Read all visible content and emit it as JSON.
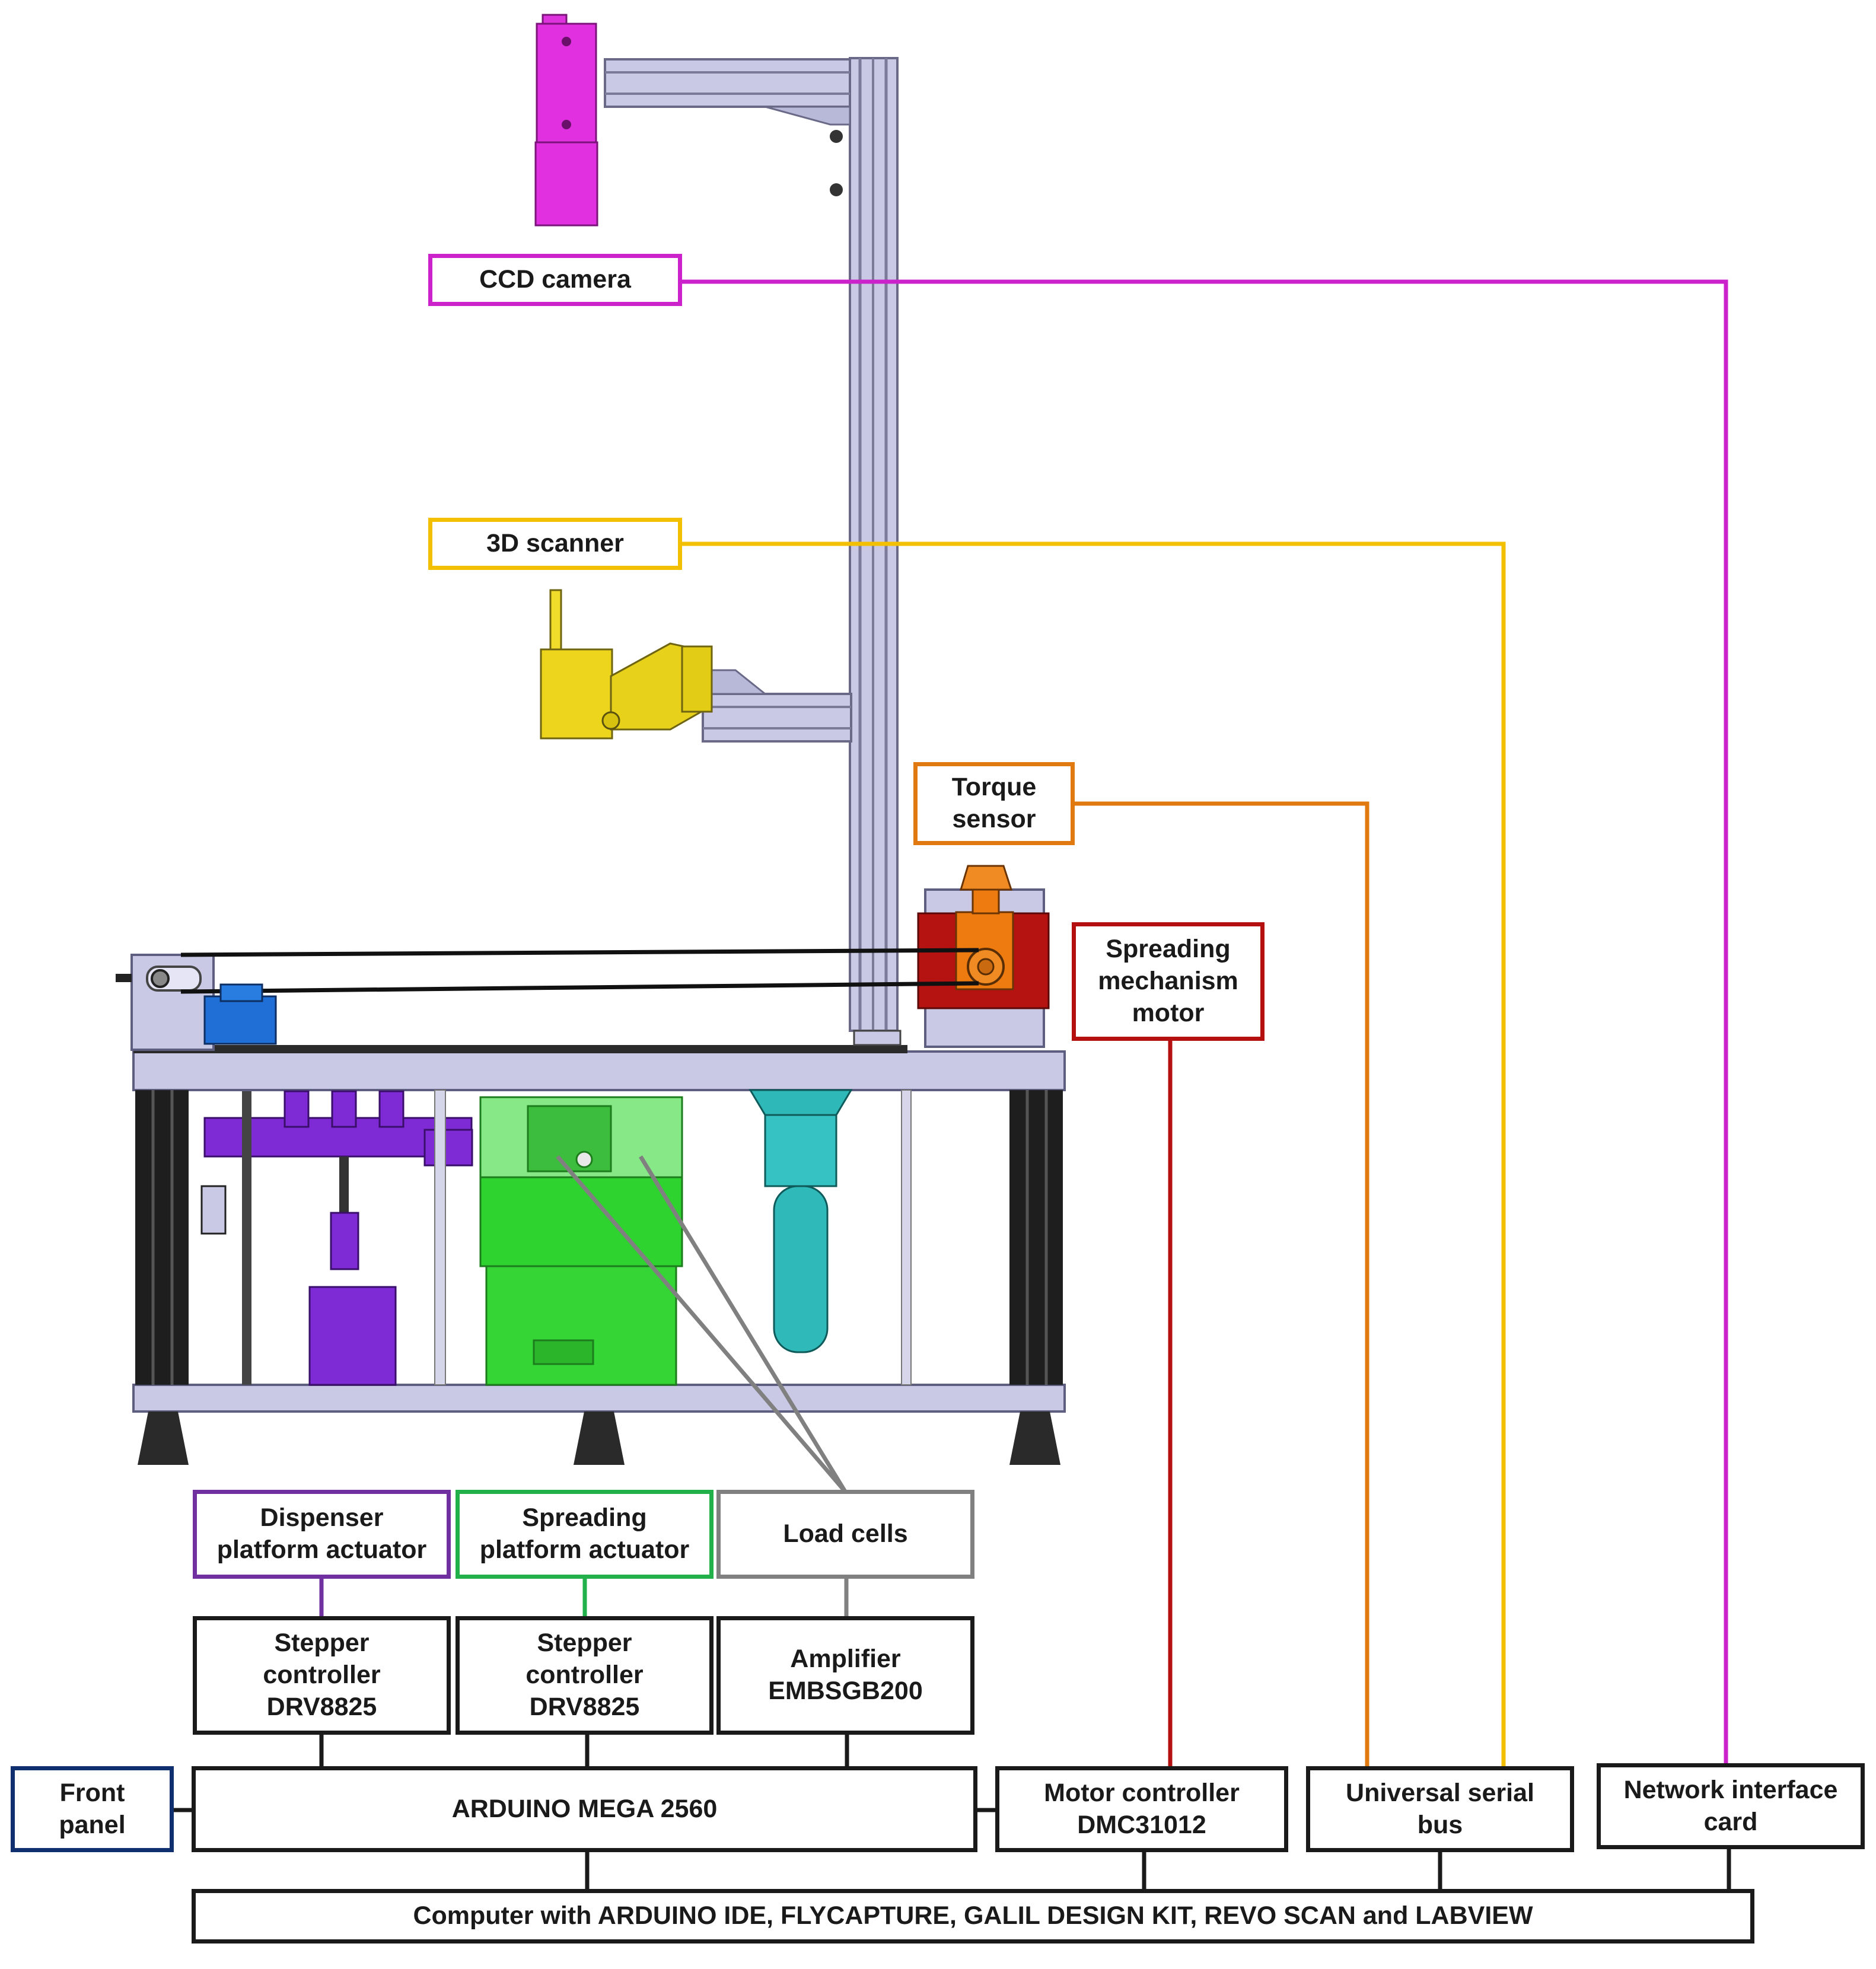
{
  "colors": {
    "camera": "#cc22cc",
    "scanner": "#f2c000",
    "torque": "#e07a10",
    "motor": "#b51010",
    "dispenser": "#7030a0",
    "spreading": "#22b04a",
    "loadcells": "#808080",
    "hardware": "#1a1a1a",
    "front_panel": "#0f2f6e",
    "frame": "#c9c9e6"
  },
  "labels": {
    "ccd_camera": "CCD camera",
    "scanner_3d": "3D scanner",
    "torque_sensor": "Torque\nsensor",
    "spreading_motor": "Spreading\nmechanism\nmotor",
    "dispenser_actuator": "Dispenser\nplatform actuator",
    "spreading_actuator": "Spreading\nplatform actuator",
    "load_cells": "Load cells",
    "stepper_controller_1": "Stepper\ncontroller\nDRV8825",
    "stepper_controller_2": "Stepper\ncontroller\nDRV8825",
    "amplifier": "Amplifier\nEMBSGB200",
    "front_panel": "Front\npanel",
    "arduino": "ARDUINO  MEGA  2560",
    "motor_controller": "Motor controller\nDMC31012",
    "usb": "Universal serial\nbus",
    "nic": "Network interface\ncard",
    "computer": "Computer with ARDUINO  IDE, FLYCAPTURE,  GALIL DESIGN KIT, REVO SCAN and LABVIEW"
  }
}
